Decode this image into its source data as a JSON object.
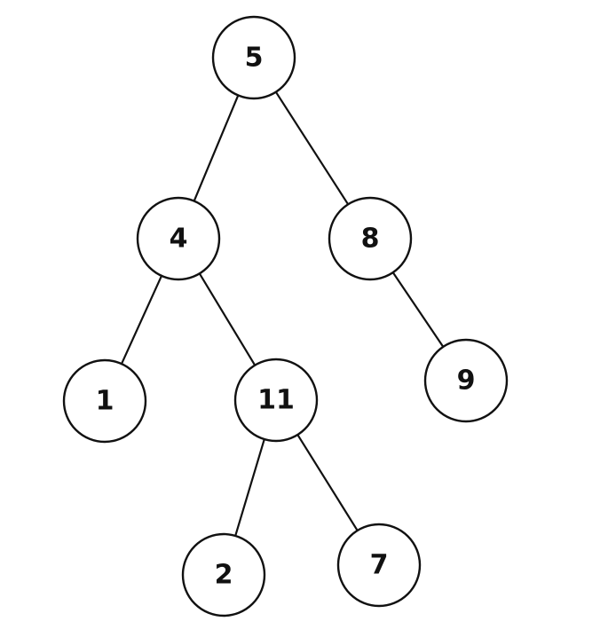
{
  "tree": {
    "nodes": [
      {
        "id": "n5",
        "label": "5"
      },
      {
        "id": "n4",
        "label": "4"
      },
      {
        "id": "n8",
        "label": "8"
      },
      {
        "id": "n1",
        "label": "1"
      },
      {
        "id": "n11",
        "label": "11"
      },
      {
        "id": "n9",
        "label": "9"
      },
      {
        "id": "n2",
        "label": "2"
      },
      {
        "id": "n7",
        "label": "7"
      }
    ],
    "edges": [
      {
        "from": "n5",
        "to": "n4"
      },
      {
        "from": "n5",
        "to": "n8"
      },
      {
        "from": "n4",
        "to": "n1"
      },
      {
        "from": "n4",
        "to": "n11"
      },
      {
        "from": "n8",
        "to": "n9"
      },
      {
        "from": "n11",
        "to": "n2"
      },
      {
        "from": "n11",
        "to": "n7"
      }
    ],
    "colors": {
      "stroke": "#111111",
      "fill": "#ffffff",
      "text": "#111111"
    }
  }
}
